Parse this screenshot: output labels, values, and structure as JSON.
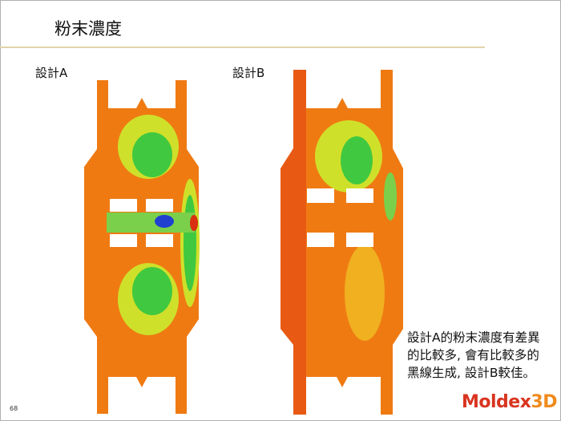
{
  "slide": {
    "title": "粉末濃度",
    "page_number": "68",
    "design_a_label": "設計A",
    "design_b_label": "設計B",
    "note": "設計A的粉末濃度有差異的比較多, 會有比較多的黑線生成, 設計B較佳。",
    "logo_main": "Moldex",
    "logo_suffix": "3D"
  },
  "colors": {
    "orange": "#f07a10",
    "red": "#e04a12",
    "green": "#3cc83c",
    "yellow": "#d8e020",
    "blue": "#2040d0",
    "accent": "#e3d3a8"
  }
}
